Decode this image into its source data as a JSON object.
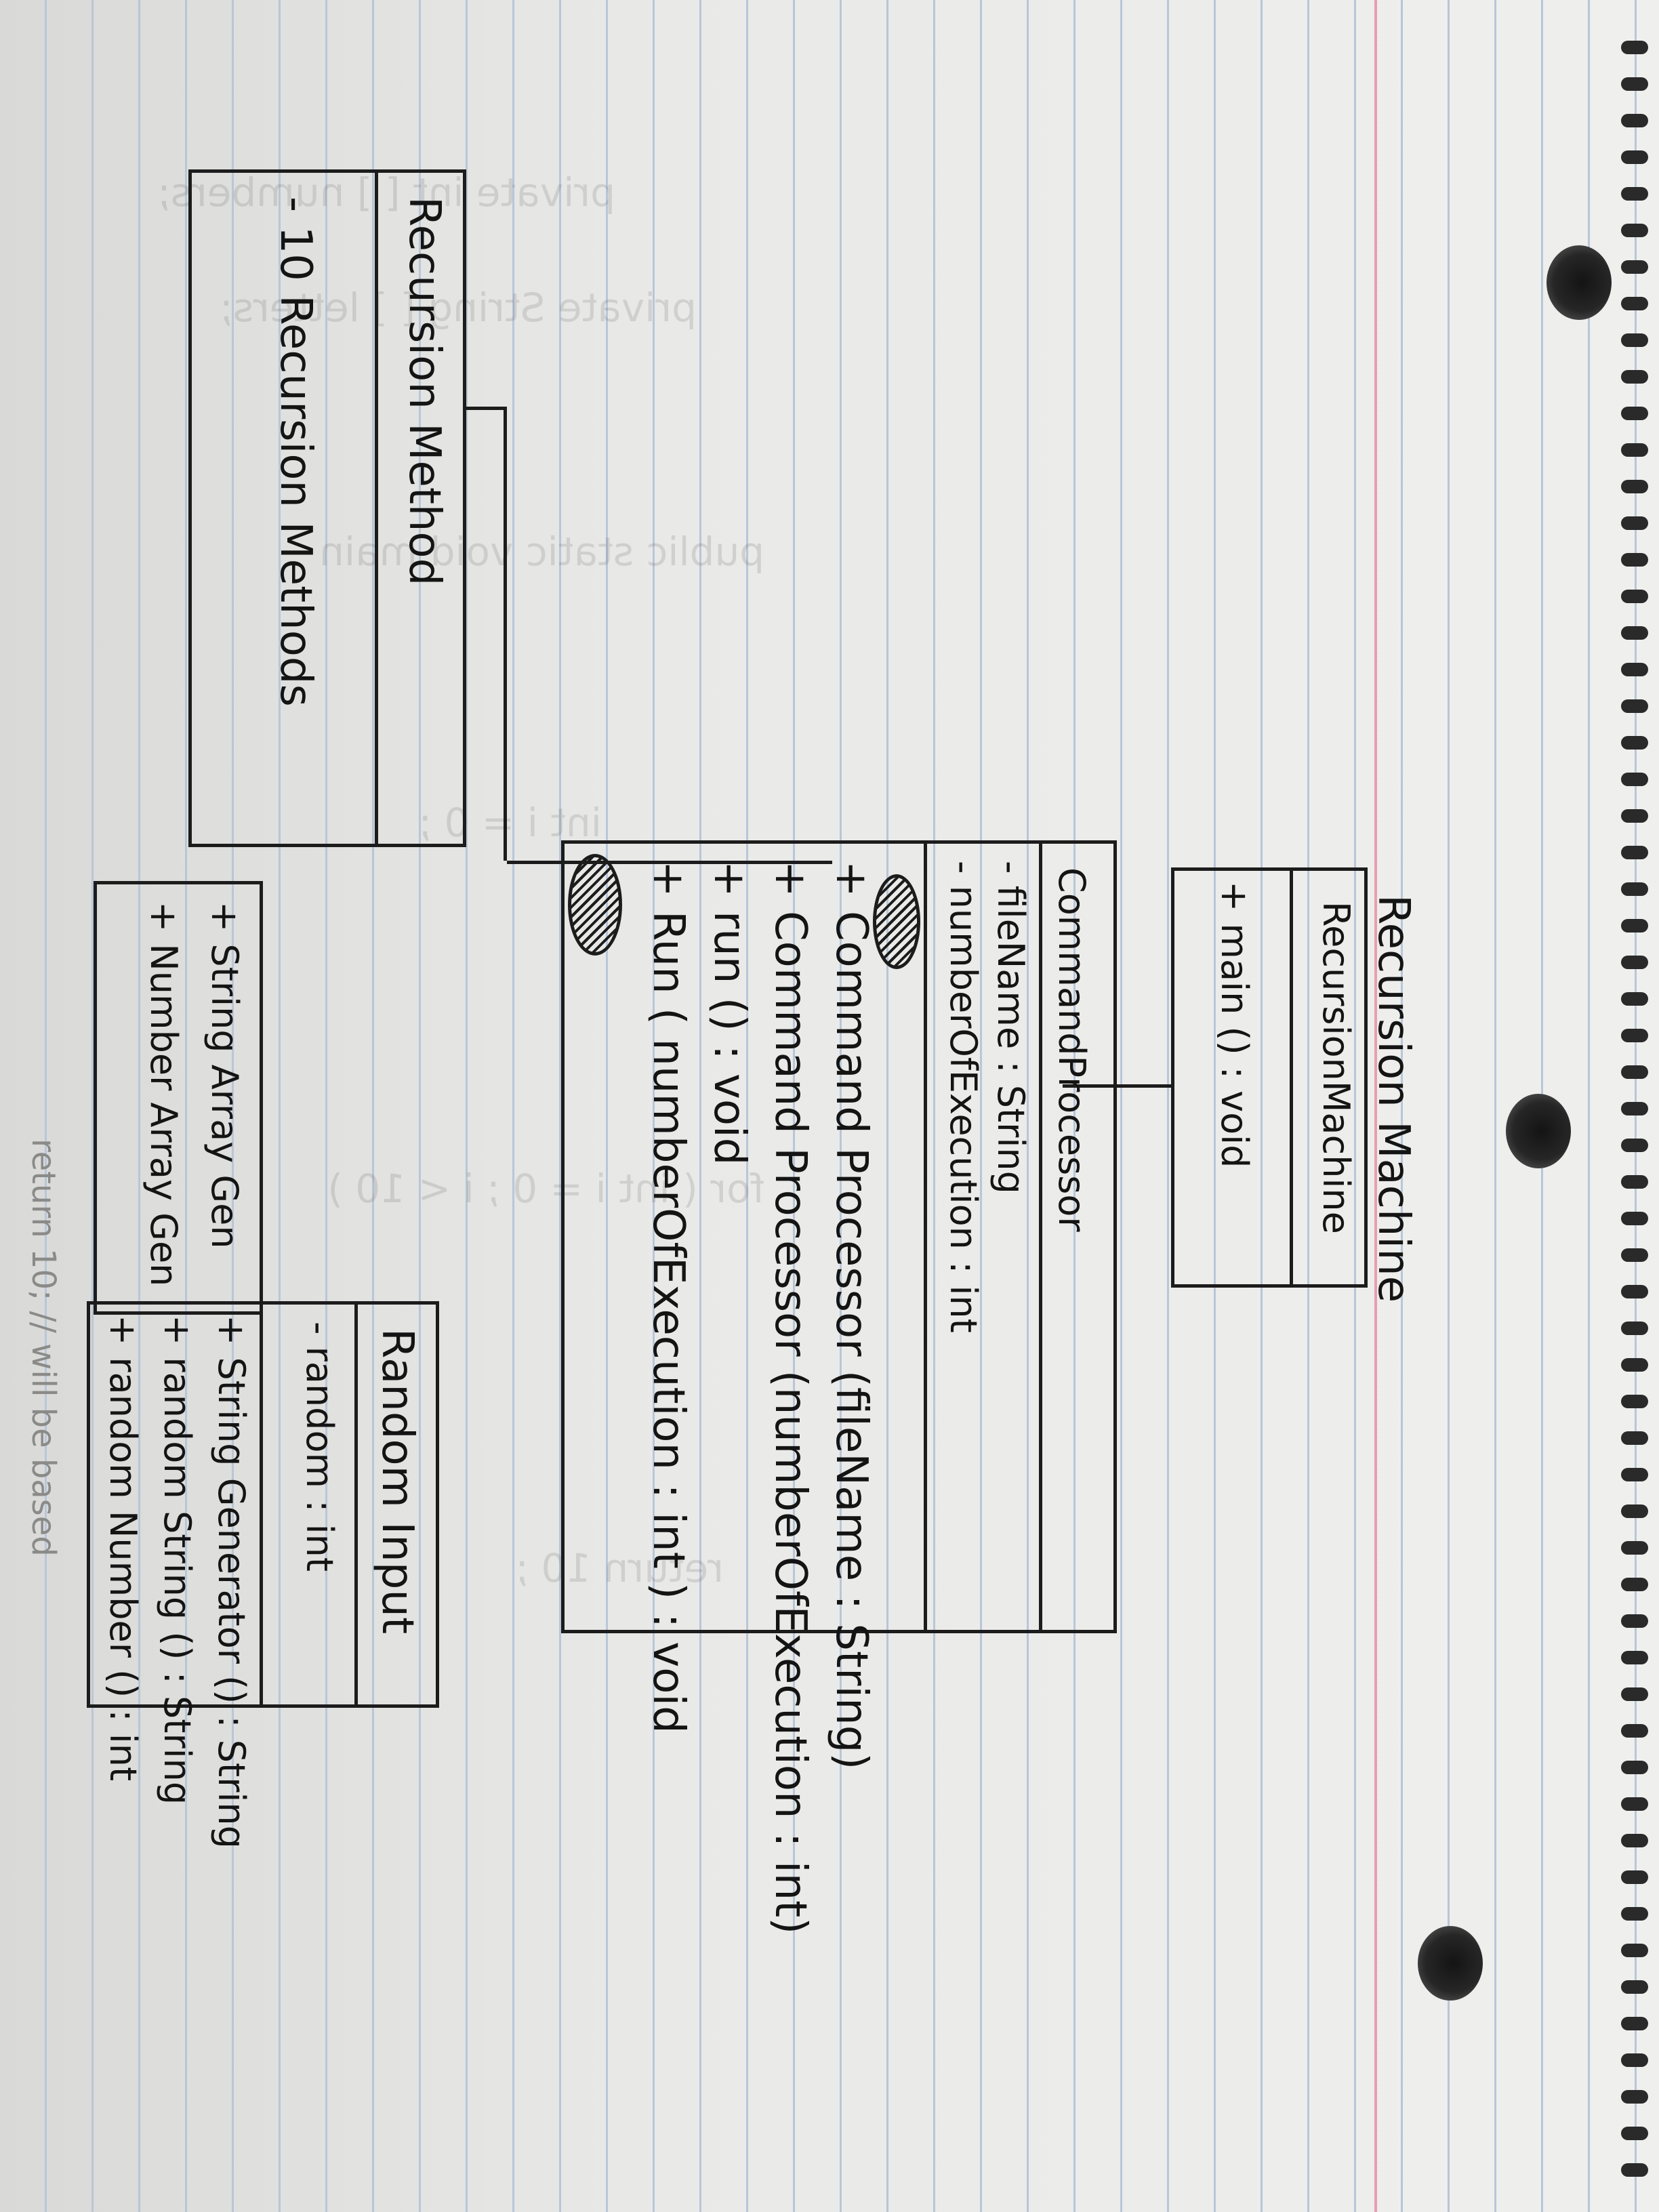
{
  "diagram": {
    "recursion_machine": {
      "header": "Recursion Machine",
      "class_name": "RecursionMachine",
      "methods": [
        "+ main () : void"
      ]
    },
    "command_processor": {
      "class_name": "CommandProcessor",
      "attributes": [
        "- fileName : String",
        "- numberOfExecution : int"
      ],
      "methods": [
        "+ Command Processor (fileName : String)",
        "+ Command Processor (numberOfExecution : int)",
        "+ run () : void",
        "+ Run ( numberOfExecution : int ) : void"
      ]
    },
    "recursion_method": {
      "class_name": "Recursion Method",
      "attributes": [
        "- 10 Recursion Methods"
      ]
    },
    "random_input": {
      "class_name": "Random Input",
      "attributes": [
        "- random : int"
      ],
      "methods": [
        "+ String Generator () : String",
        "+ random String () : String",
        "+ random Number () : int"
      ]
    },
    "lower_methods": [
      "+ String Array Gen",
      "+ Number Array Gen"
    ],
    "bottom_note": "return 10;   // will be based"
  },
  "ghost_text": [
    "private int [ ] numbers;",
    "private String [ ] letters;",
    "public static void main",
    "int i = 0 ;",
    "for ( int i = 0 ; i < 10 )",
    "return 10 ;"
  ]
}
